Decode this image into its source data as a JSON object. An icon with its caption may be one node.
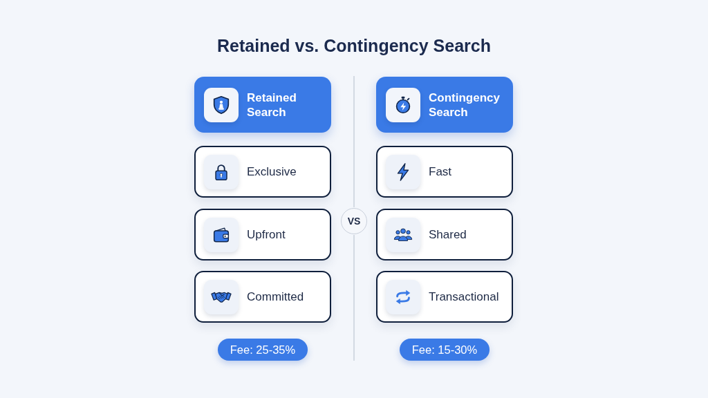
{
  "diagram": {
    "title": "Retained vs. Contingency Search",
    "nodes": [
      {
        "text": [
          "Retained Search"
        ]
      },
      {
        "text": [
          "Exclusive"
        ]
      },
      {
        "text": [
          "Upfront"
        ]
      },
      {
        "text": [
          "Committed"
        ]
      },
      {
        "text": [
          "Fee: 25-35%"
        ]
      },
      {
        "text": [
          "VS"
        ]
      },
      {
        "text": [
          "Contingency Search"
        ]
      },
      {
        "text": [
          "Fast"
        ]
      },
      {
        "text": [
          "Shared"
        ]
      },
      {
        "text": [
          "Transactional"
        ]
      },
      {
        "text": [
          "Fee: 15-30%"
        ]
      }
    ],
    "edges": []
  }
}
